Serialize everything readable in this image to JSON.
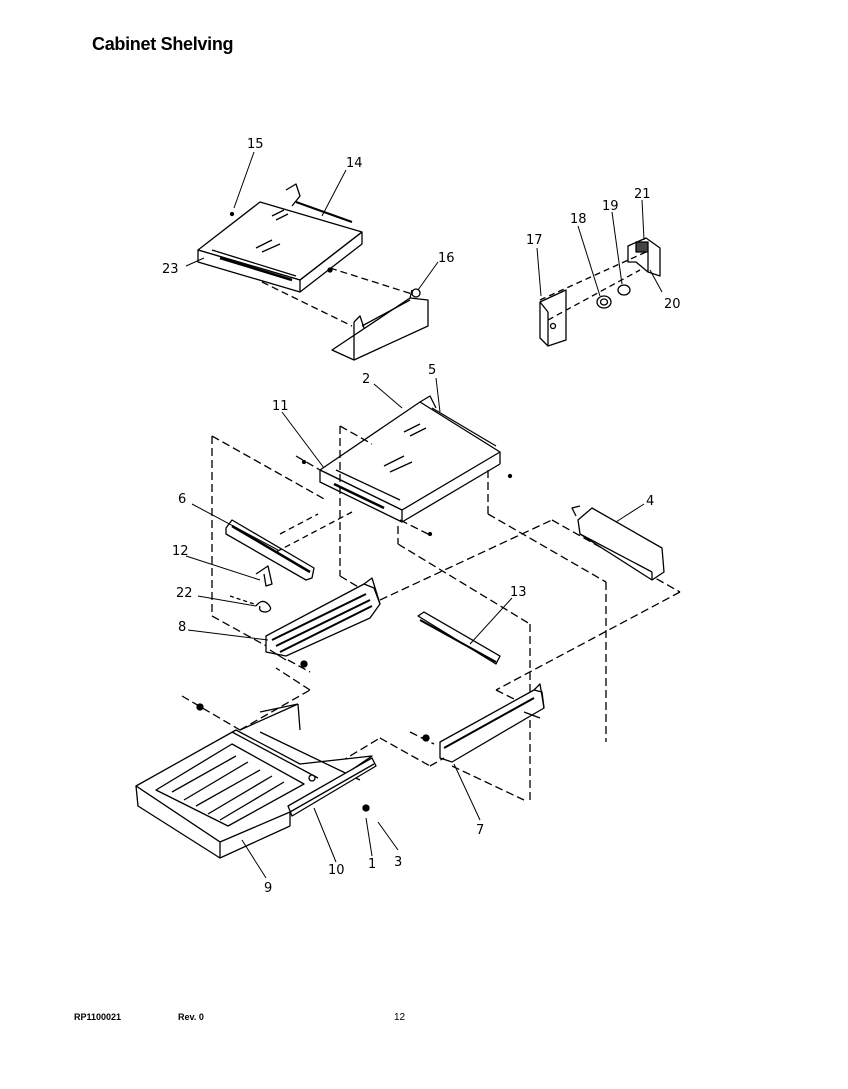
{
  "header": {
    "title": "Cabinet Shelving"
  },
  "footer": {
    "code": "RP1100021",
    "revision": "Rev. 0",
    "page": "12"
  },
  "callouts": {
    "c1": "1",
    "c2": "2",
    "c3": "3",
    "c4": "4",
    "c5": "5",
    "c6": "6",
    "c7": "7",
    "c8": "8",
    "c9": "9",
    "c10": "10",
    "c11": "11",
    "c12": "12",
    "c13": "13",
    "c14": "14",
    "c15": "15",
    "c16": "16",
    "c17": "17",
    "c18": "18",
    "c19": "19",
    "c20": "20",
    "c21": "21",
    "c22": "22",
    "c23": "23"
  },
  "colors": {
    "ink": "#000000",
    "paper": "#ffffff"
  }
}
